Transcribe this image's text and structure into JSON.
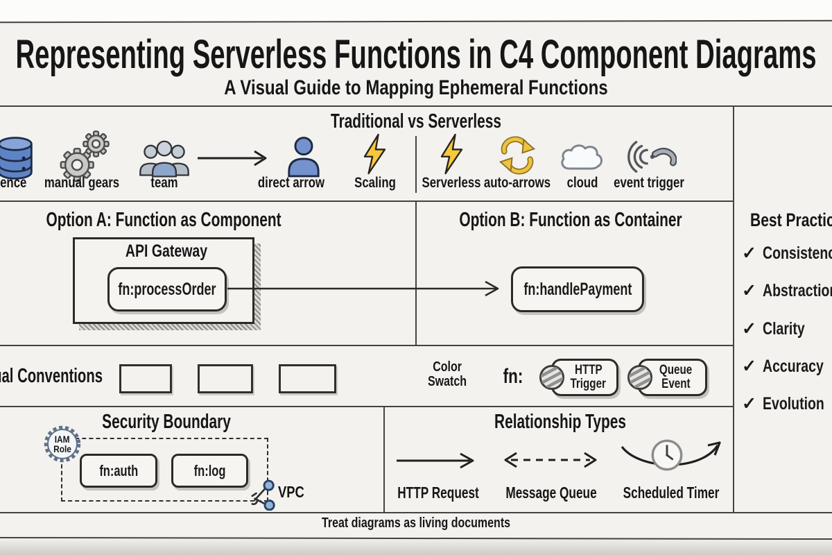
{
  "page": {
    "title": "Representing Serverless Functions in C4 Component Diagrams",
    "subtitle": "A Visual Guide to Mapping Ephemeral Functions",
    "footer_note": "Treat diagrams as living documents"
  },
  "colors": {
    "paper": "#f3f2ef",
    "ink": "#1b1b1b",
    "frame_line": "#45433f",
    "bolt_yellow": "#f6c93c",
    "icon_blue": "#6e8fc9"
  },
  "comparison": {
    "heading": "Traditional vs Serverless",
    "traditional": [
      {
        "icon": "database-icon",
        "label": "persistence"
      },
      {
        "icon": "gears-icon",
        "label": "manual gears"
      },
      {
        "icon": "team-icon",
        "label": "team"
      },
      {
        "icon": "arrow-right-icon",
        "label": "direct arrow"
      },
      {
        "icon": "lightning-bolt-icon",
        "label": "Scaling"
      }
    ],
    "serverless": [
      {
        "icon": "lightning-bolt-icon",
        "label": "Serverless"
      },
      {
        "icon": "auto-arrows-icon",
        "label": "auto-arrows"
      },
      {
        "icon": "cloud-icon",
        "label": "cloud"
      },
      {
        "icon": "event-trigger-icon",
        "label": "event trigger"
      }
    ]
  },
  "option_a": {
    "heading": "Option A: Function as Component",
    "container_label": "API Gateway",
    "function_label": "fn:processOrder"
  },
  "option_b": {
    "heading": "Option B: Function as Container",
    "function_label": "fn:handlePayment"
  },
  "best_practices": {
    "heading": "Best Practices",
    "check_glyph": "✓",
    "items": [
      "Consistency",
      "Abstraction",
      "Clarity",
      "Accuracy",
      "Evolution"
    ]
  },
  "conventions": {
    "heading": "Visual Conventions",
    "swatch_line1": "Color",
    "swatch_line2": "Swatch",
    "fn_prefix": "fn:",
    "pills": [
      {
        "line1": "HTTP",
        "line2": "Trigger"
      },
      {
        "line1": "Queue",
        "line2": "Event"
      }
    ]
  },
  "security": {
    "heading": "Security Boundary",
    "badge_line1": "IAM",
    "badge_line2": "Role",
    "functions": [
      "fn:auth",
      "fn:log"
    ],
    "vpc_label": "VPC"
  },
  "relationships": {
    "heading": "Relationship Types",
    "items": [
      {
        "label": "HTTP Request",
        "arrow": "solid"
      },
      {
        "label": "Message Queue",
        "arrow": "dashed"
      },
      {
        "label": "Scheduled Timer",
        "arrow": "curved-timer"
      }
    ]
  }
}
